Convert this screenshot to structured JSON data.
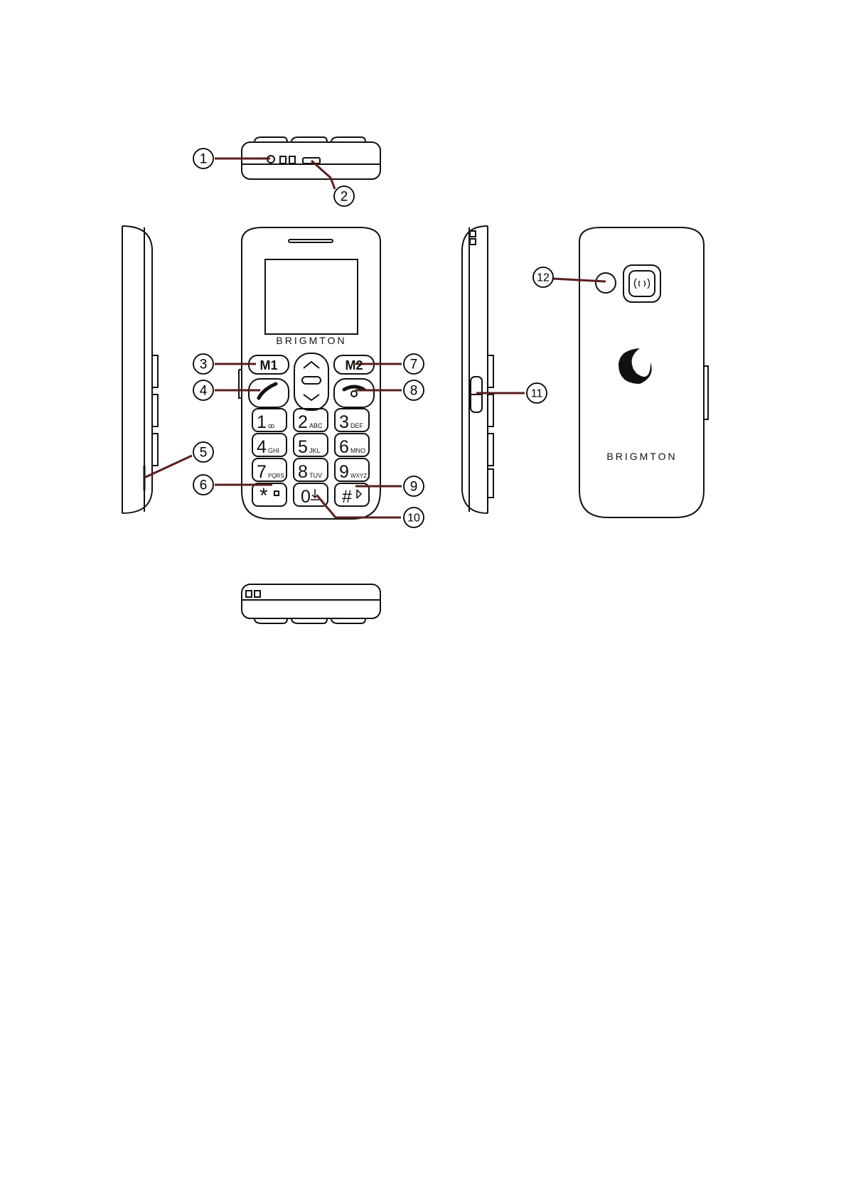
{
  "brand": "BRIGMTON",
  "softkeys": {
    "left": "M1",
    "right": "M2"
  },
  "keypad": [
    {
      "digit": "1",
      "sub": "ꝏ"
    },
    {
      "digit": "2",
      "sub": "ABC"
    },
    {
      "digit": "3",
      "sub": "DEF"
    },
    {
      "digit": "4",
      "sub": "GHI"
    },
    {
      "digit": "5",
      "sub": "JKL"
    },
    {
      "digit": "6",
      "sub": "MNO"
    },
    {
      "digit": "7",
      "sub": "PQRS"
    },
    {
      "digit": "8",
      "sub": "TUV"
    },
    {
      "digit": "9",
      "sub": "WXYZ"
    },
    {
      "digit": "*",
      "sub": ""
    },
    {
      "digit": "0",
      "sub": ""
    },
    {
      "digit": "#",
      "sub": ""
    }
  ],
  "callouts": [
    "1",
    "2",
    "3",
    "4",
    "5",
    "6",
    "7",
    "8",
    "9",
    "10",
    "11",
    "12"
  ],
  "colors": {
    "leader": "#5a1e1e",
    "outline": "#111111"
  }
}
